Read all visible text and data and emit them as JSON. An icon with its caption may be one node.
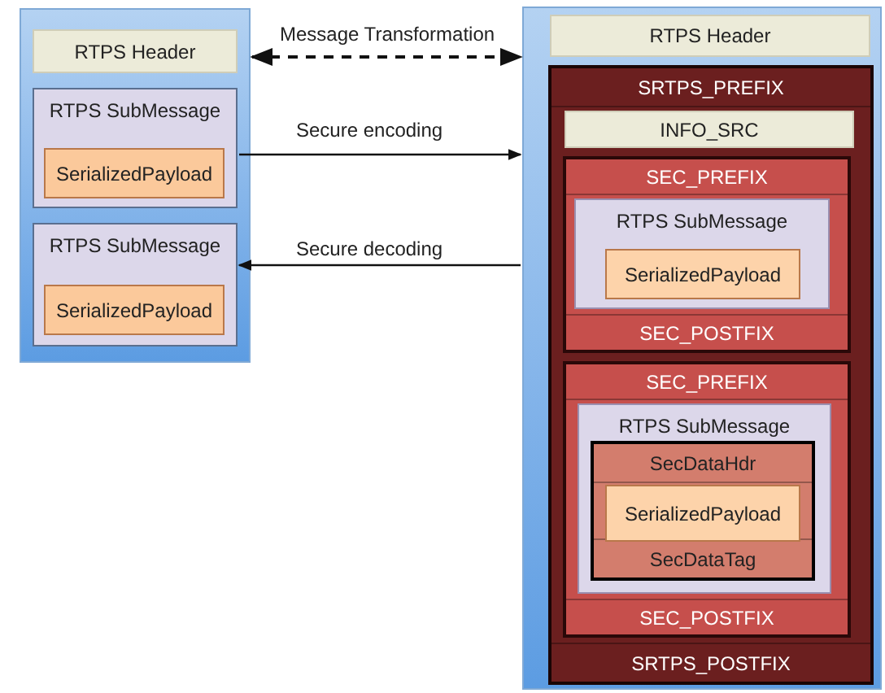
{
  "diagram": {
    "nodes": [
      {
        "text": [],
        "shape": "box"
      },
      {
        "text": [
          "RTPS Header"
        ],
        "in": 0
      },
      {
        "text": [
          "RTPS SubMessage"
        ],
        "in": 0
      },
      {
        "text": [
          "SerializedPayload"
        ],
        "in": 2
      },
      {
        "text": [
          "RTPS SubMessage"
        ],
        "in": 0
      },
      {
        "text": [
          "SerializedPayload"
        ],
        "in": 4
      },
      {
        "text": [],
        "shape": "box"
      },
      {
        "text": [
          "RTPS Header"
        ],
        "in": 6
      },
      {
        "text": [
          "SRTPS_PREFIX",
          "SRTPS_POSTFIX"
        ],
        "in": 6
      },
      {
        "text": [
          "INFO_SRC"
        ],
        "in": 8
      },
      {
        "text": [
          "SEC_PREFIX",
          "SEC_POSTFIX"
        ],
        "in": 8
      },
      {
        "text": [
          "RTPS SubMessage"
        ],
        "in": 10
      },
      {
        "text": [
          "SerializedPayload"
        ],
        "in": 11
      },
      {
        "text": [
          "SEC_PREFIX",
          "SEC_POSTFIX"
        ],
        "in": 8
      },
      {
        "text": [
          "RTPS SubMessage"
        ],
        "in": 13
      },
      {
        "text": [
          "SecDataHdr",
          "SecDataTag"
        ],
        "in": 14
      },
      {
        "text": [
          "SerializedPayload"
        ],
        "in": 15
      }
    ],
    "edges": [
      {
        "from": 0,
        "to": 6,
        "arrow": "both",
        "style": "dashed",
        "label": "Message Transformation"
      },
      {
        "from": 2,
        "to": 6,
        "arrow": "to",
        "label": "Secure encoding"
      },
      {
        "from": 6,
        "to": 4,
        "arrow": "to",
        "label": "Secure decoding"
      }
    ]
  }
}
